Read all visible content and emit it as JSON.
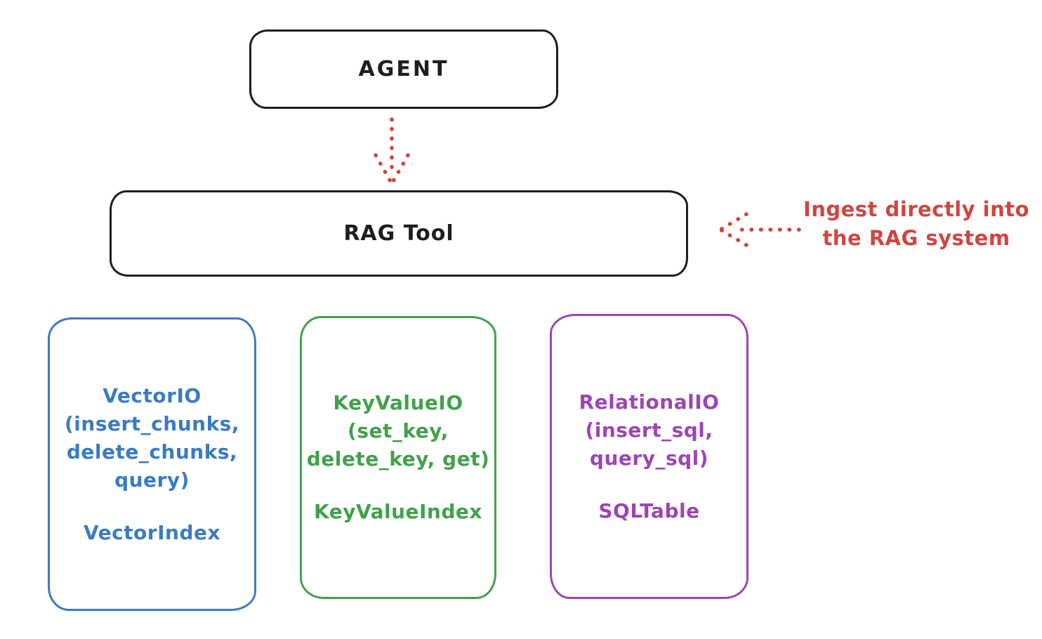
{
  "diagram": {
    "agent_box": {
      "label": "AGENT"
    },
    "rag_tool_box": {
      "label": "RAG Tool"
    },
    "annotation": {
      "line1": "Ingest directly into",
      "line2": "the RAG system",
      "color": "#d1453e"
    },
    "arrows": [
      {
        "name": "agent-to-rag-tool",
        "style": "dotted",
        "direction": "down",
        "color": "#d1453e"
      },
      {
        "name": "annotation-to-rag-tool",
        "style": "dotted",
        "direction": "left",
        "color": "#d1453e"
      }
    ],
    "io_boxes": [
      {
        "id": "vector-io",
        "color": "#3b7bc0",
        "lines": [
          "VectorIO",
          "(insert_chunks,",
          "delete_chunks,",
          "query)"
        ],
        "index_label": "VectorIndex"
      },
      {
        "id": "keyvalue-io",
        "color": "#43a04c",
        "lines": [
          "KeyValueIO",
          "(set_key,",
          "delete_key, get)"
        ],
        "index_label": "KeyValueIndex"
      },
      {
        "id": "relational-io",
        "color": "#9e44b5",
        "lines": [
          "RelationalIO",
          "(insert_sql,",
          "query_sql)"
        ],
        "index_label": "SQLTable"
      }
    ],
    "colors": {
      "outline": "#1e1e1e",
      "red": "#d1453e",
      "blue": "#3b7bc0",
      "green": "#43a04c",
      "purple": "#9e44b5",
      "background": "#ffffff"
    }
  }
}
